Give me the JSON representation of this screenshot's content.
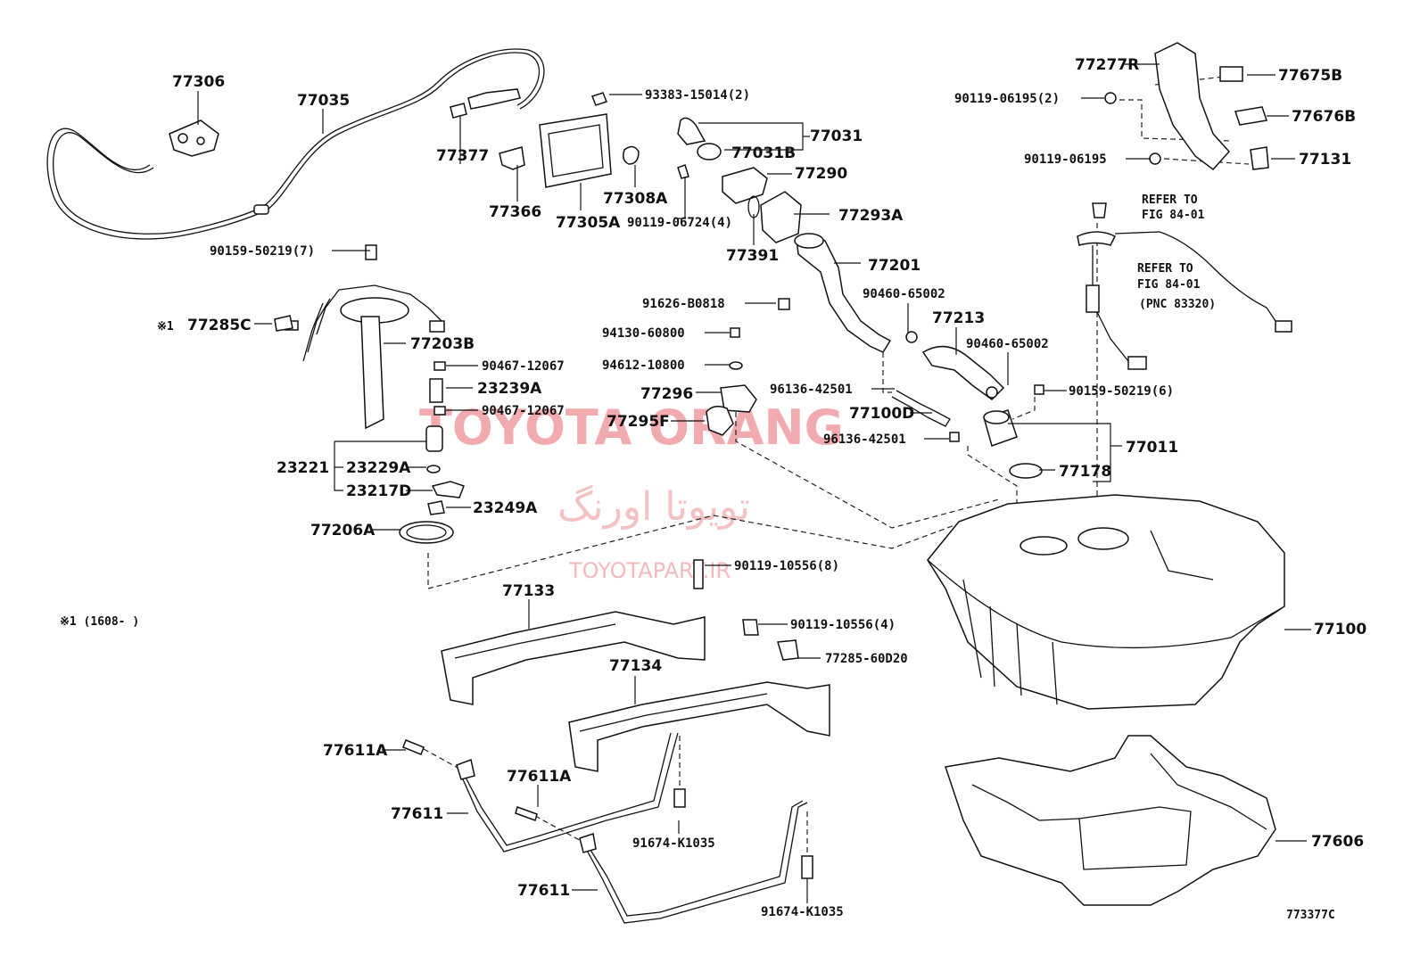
{
  "diagram": {
    "figure_code": "773377C",
    "notes": {
      "footnote": "※1 (1608-        )",
      "refer_1a": "REFER TO",
      "refer_1b": "FIG 84-01",
      "refer_2a": "REFER TO",
      "refer_2b": "FIG 84-01",
      "refer_2c": "(PNC 83320)",
      "mark_77285C": "※1"
    },
    "watermark": {
      "brand": "TOYOTA ORANG",
      "persian": "تویوتا اورنگ",
      "site": "TOYOTAPART.IR"
    },
    "parts": {
      "p77306": "77306",
      "p77035": "77035",
      "p77377": "77377",
      "p77366": "77366",
      "p77305A": "77305A",
      "p77308A": "77308A",
      "p93383": "93383-15014(2)",
      "p77031": "77031",
      "p77031B": "77031B",
      "p77290": "77290",
      "p90119_06724": "90119-06724(4)",
      "p77391": "77391",
      "p77293A": "77293A",
      "p77201": "77201",
      "p90159_50219_7": "90159-50219(7)",
      "p77285C": "77285C",
      "p77203B": "77203B",
      "p90467_a": "90467-12067",
      "p23239A": "23239A",
      "p90467_b": "90467-12067",
      "p23221": "23221",
      "p23229A": "23229A",
      "p23217D": "23217D",
      "p23249A": "23249A",
      "p77206A": "77206A",
      "p91626": "91626-B0818",
      "p94130": "94130-60800",
      "p94612": "94612-10800",
      "p77296": "77296",
      "p77295F": "77295F",
      "p90460_a": "90460-65002",
      "p77213": "77213",
      "p90460_b": "90460-65002",
      "p96136_a": "96136-42501",
      "p77100D": "77100D",
      "p96136_b": "96136-42501",
      "p90159_50219_6": "90159-50219(6)",
      "p77011": "77011",
      "p77178": "77178",
      "p77277R": "77277R",
      "p77675B": "77675B",
      "p90119_06195_2": "90119-06195(2)",
      "p77676B": "77676B",
      "p90119_06195": "90119-06195",
      "p77131": "77131",
      "p90119_10556_8": "90119-10556(8)",
      "p77133": "77133",
      "p90119_10556_4": "90119-10556(4)",
      "p77285_60D20": "77285-60D20",
      "p77134": "77134",
      "p77100": "77100",
      "p77611A_a": "77611A",
      "p77611A_b": "77611A",
      "p77611_a": "77611",
      "p77611_b": "77611",
      "p91674_a": "91674-K1035",
      "p91674_b": "91674-K1035",
      "p77606": "77606"
    }
  }
}
